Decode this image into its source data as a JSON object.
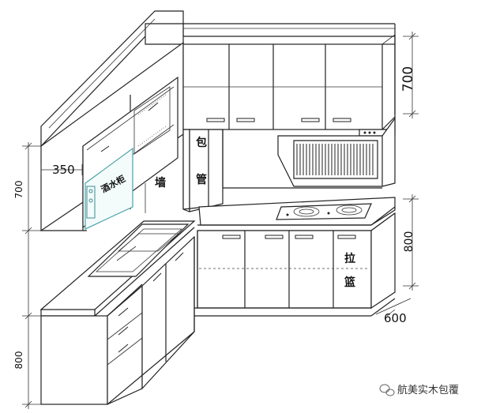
{
  "dimensions": {
    "upper_height_right": "700",
    "upper_height_left": "700",
    "depth_upper": "350",
    "counter_height_right": "800",
    "counter_height_left": "800",
    "depth_counter": "600"
  },
  "labels": {
    "wall": "墙",
    "pipe_top": "包",
    "pipe_bottom": "管",
    "basket_top": "拉",
    "basket_bottom": "篮",
    "glass_cabinet": "酒水柜"
  },
  "watermark": "航美实木包覆"
}
